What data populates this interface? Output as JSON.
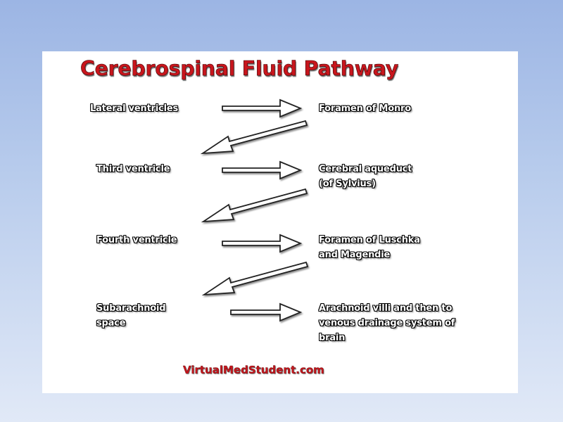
{
  "title": "Cerebrospinal Fluid Pathway",
  "steps": [
    {
      "from": [
        "Lateral ventricles"
      ],
      "to": [
        "Foramen of Monro"
      ]
    },
    {
      "from": [
        "Third ventricle"
      ],
      "to": [
        "Cerebral aqueduct",
        "(of Sylvius)"
      ]
    },
    {
      "from": [
        "Fourth ventricle"
      ],
      "to": [
        "Foramen of Luschka",
        "and Magendie"
      ]
    },
    {
      "from": [
        "Subarachnoid",
        "space"
      ],
      "to": [
        "Arachnoid villi and then to",
        "venous drainage system of",
        "brain"
      ]
    }
  ],
  "footer": "VirtualMedStudent.com",
  "colors": {
    "title_red": "#c8161d",
    "background_top": "#9cb5e4",
    "background_bottom": "#e1e9f7",
    "card": "#ffffff"
  }
}
